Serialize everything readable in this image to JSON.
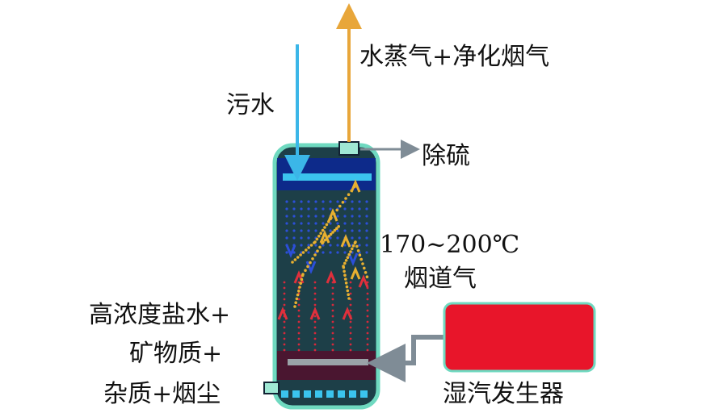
{
  "labels": {
    "sewage_in": "污水",
    "vapor_out": "水蒸气+净化烟气",
    "desulfurization": "除硫",
    "flue_temp": "170~200℃",
    "flue_gas": "烟道气",
    "residue_line1": "高浓度盐水+",
    "residue_line2": "矿物质+",
    "residue_line3": "杂质+烟尘",
    "generator": "湿汽发生器"
  },
  "colors": {
    "sewage_arrow": "#3bb6e8",
    "vapor_arrow": "#e8a63a",
    "vessel": "#1d3f48",
    "vessel_border": "#6fd9c0",
    "generator": "#e8152a",
    "connector_arrow": "#7f8c96"
  }
}
